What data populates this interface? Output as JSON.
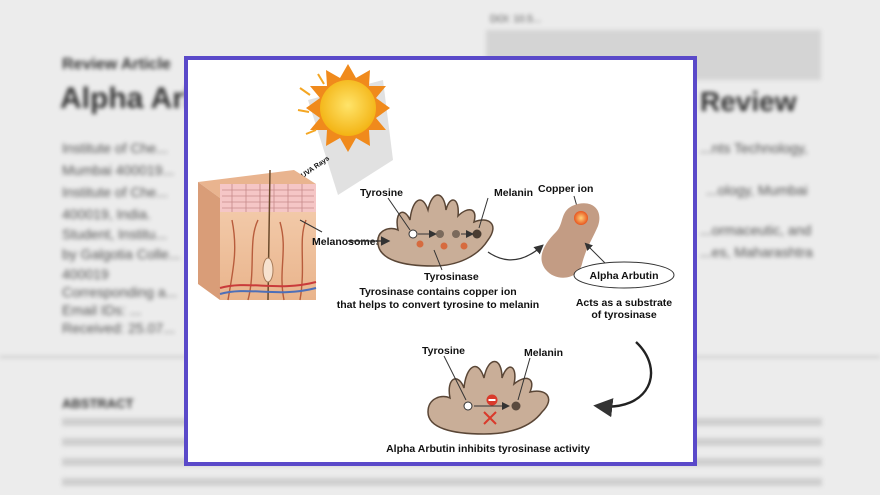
{
  "background_doc": {
    "article_type": "Review Article",
    "title": "Alpha Arbutin",
    "title_suffix": "Review",
    "doi_label": "DOI: 10.5...",
    "affiliations": [
      "Institute of Che...",
      "Mumbai 400019...",
      "Institute of Che...",
      "400019, India.",
      "Student, Institu...",
      "by Galgotia Colle...",
      "400019",
      "Corresponding a...",
      "Email IDs: ...",
      "Received: 25.07..."
    ],
    "right_fragments": [
      "...nts Technology,",
      "...ology, Mumbai",
      "...ormaceutic, and",
      "...es, Maharashtra"
    ],
    "abstract_heading": "ABSTRACT"
  },
  "figure": {
    "sun": {
      "rays_label": "UVA Rays"
    },
    "labels": {
      "tyrosine_top": "Tyrosine",
      "melanin_top": "Melanin",
      "copper_ion": "Copper ion",
      "melanosomes": "Melanosomes",
      "tyrosinase": "Tyrosinase",
      "alpha_arbutin": "Alpha Arbutin",
      "tyrosinase_caption_1": "Tyrosinase contains copper ion",
      "tyrosinase_caption_2": "that helps to convert tyrosine to melanin",
      "substrate_caption_1": "Acts as a substrate",
      "substrate_caption_2": "of tyrosinase",
      "tyrosine_bottom": "Tyrosine",
      "melanin_bottom": "Melanin",
      "inhibit_caption": "Alpha Arbutin inhibits tyrosinase activity"
    },
    "colors": {
      "frame_border": "#5a49c9",
      "enzyme_fill": "#c9ae98",
      "sun": "#f6c21c",
      "copper": "#f0782f"
    }
  }
}
